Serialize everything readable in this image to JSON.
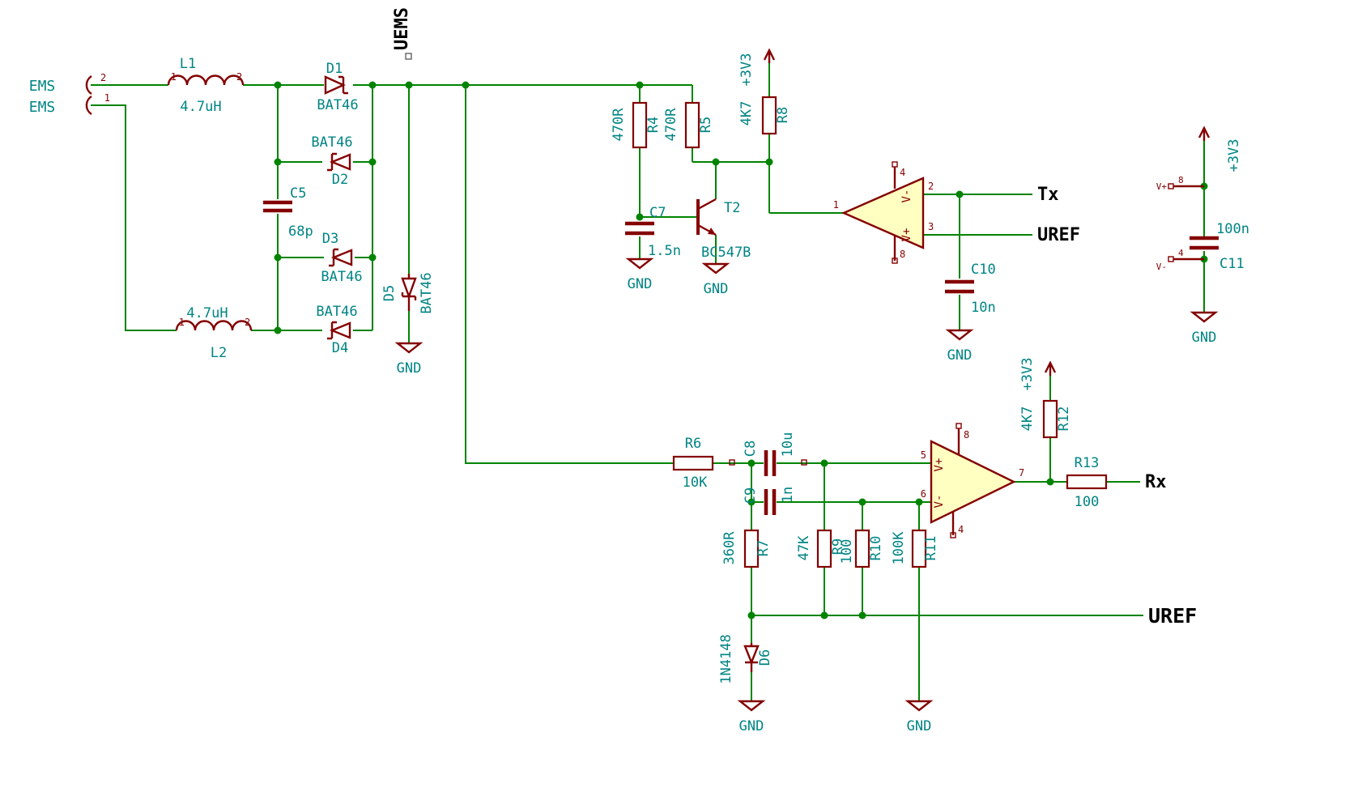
{
  "colors": {
    "background": "#ffffff",
    "wire": "#008400",
    "junction": "#008400",
    "symbol_outline": "#840000",
    "field_text": "#008484",
    "pin_number_text": "#840000",
    "net_label_text": "#000000",
    "opamp_fill": "#ffffc2"
  },
  "connector": {
    "pin_top": "2",
    "pin_bottom": "1",
    "net_top": "EMS",
    "net_bottom": "EMS"
  },
  "parts": {
    "L1": {
      "ref": "L1",
      "value": "4.7uH",
      "pin1": "1",
      "pin2": "2"
    },
    "L2": {
      "ref": "L2",
      "value": "4.7uH",
      "pin1": "1",
      "pin2": "2"
    },
    "D1": {
      "ref": "D1",
      "value": "BAT46"
    },
    "D2": {
      "ref": "D2",
      "value": "BAT46"
    },
    "D3": {
      "ref": "D3",
      "value": "BAT46"
    },
    "D4": {
      "ref": "D4",
      "value": "BAT46"
    },
    "D5": {
      "ref": "D5",
      "value": "BAT46"
    },
    "D6": {
      "ref": "D6",
      "value": "1N4148"
    },
    "C5": {
      "ref": "C5",
      "value": "68p"
    },
    "C7": {
      "ref": "C7",
      "value": "1.5n"
    },
    "C8": {
      "ref": "C8",
      "value": "10u"
    },
    "C9": {
      "ref": "C9",
      "value": "1n"
    },
    "C10": {
      "ref": "C10",
      "value": "10n"
    },
    "C11": {
      "ref": "C11",
      "value": "100n"
    },
    "R4": {
      "ref": "R4",
      "value": "470R"
    },
    "R5": {
      "ref": "R5",
      "value": "470R"
    },
    "R6": {
      "ref": "R6",
      "value": "10K"
    },
    "R7": {
      "ref": "R7",
      "value": "360R"
    },
    "R8": {
      "ref": "R8",
      "value": "4K7"
    },
    "R9": {
      "ref": "R9",
      "value": "47K"
    },
    "R10": {
      "ref": "R10",
      "value": "100"
    },
    "R11": {
      "ref": "R11",
      "value": "100K"
    },
    "R12": {
      "ref": "R12",
      "value": "4K7"
    },
    "R13": {
      "ref": "R13",
      "value": "100"
    },
    "T2": {
      "ref": "T2",
      "value": "BC547B"
    }
  },
  "opamp_a": {
    "pin_out": "1",
    "pin_in1": "2",
    "pin_in2": "3",
    "pin_pwr_top": "4",
    "pin_pwr_bottom": "8",
    "vplus": "V+",
    "vminus": "V-"
  },
  "opamp_b": {
    "pin_in1": "5",
    "pin_in2": "6",
    "pin_out": "7",
    "pin_pwr_top": "8",
    "pin_pwr_bottom": "4",
    "vplus": "V+",
    "vminus": "V-"
  },
  "power_unit": {
    "vplus": "V+",
    "vminus": "V-",
    "pin_vplus": "8",
    "pin_vminus": "4"
  },
  "nets": {
    "uems": "UEMS",
    "tx": "Tx",
    "uref": "UREF",
    "rx": "Rx",
    "uref_rail": "UREF",
    "v33": "+3V3",
    "gnd": "GND"
  }
}
